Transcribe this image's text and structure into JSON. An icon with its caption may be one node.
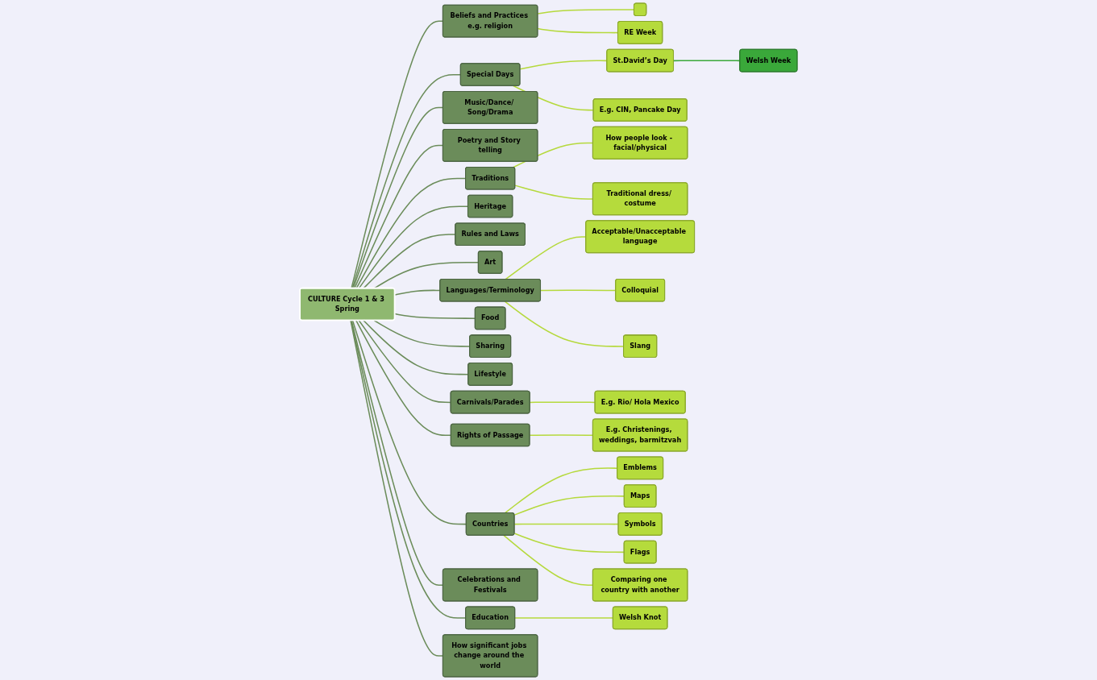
{
  "diagram": {
    "nodes": [
      {
        "text": [
          "CULTURE Cycle 1 & 3 Spring"
        ]
      },
      {
        "text": [],
        "shape": "box"
      },
      {
        "text": [
          "RE Week"
        ]
      },
      {
        "text": [
          "St.David’s Day"
        ]
      },
      {
        "text": [
          "Welsh Week"
        ]
      },
      {
        "text": [
          "Beliefs and Practices e.g. religion"
        ]
      },
      {
        "text": [
          "E.g. CIN, Pancake Day"
        ]
      },
      {
        "text": [
          "Special Days"
        ]
      },
      {
        "text": [
          "How people look - facial/physical"
        ]
      },
      {
        "text": [
          "Music/Dance/ Song/Drama"
        ]
      },
      {
        "text": [
          "Poetry and Story telling"
        ]
      },
      {
        "text": [
          "Traditions"
        ]
      },
      {
        "text": [
          "Acceptable/Unacceptable language"
        ]
      },
      {
        "text": [
          "Traditional dress/ costume"
        ]
      },
      {
        "text": [
          "Heritage"
        ]
      },
      {
        "text": [
          "Rules and Laws"
        ]
      },
      {
        "text": [
          "Colloquial"
        ]
      },
      {
        "text": [
          "Art"
        ]
      },
      {
        "text": [
          "Slang"
        ]
      },
      {
        "text": [
          "Languages/Terminology"
        ]
      },
      {
        "text": [
          "Food"
        ]
      },
      {
        "text": [
          "Sharing"
        ]
      },
      {
        "text": [
          "Lifestyle"
        ]
      },
      {
        "text": [
          "Carnivals/Parades"
        ]
      },
      {
        "text": [
          "Rights of Passage"
        ]
      },
      {
        "text": [
          "E.g. Rio/ Hola Mexico"
        ]
      },
      {
        "text": [
          "E.g. Christenings, weddings, barmitzvah"
        ]
      },
      {
        "text": [
          "Countries"
        ]
      },
      {
        "text": [
          "Emblems"
        ]
      },
      {
        "text": [
          "Maps"
        ]
      },
      {
        "text": [
          "Celebrations and Festivals"
        ]
      },
      {
        "text": [
          "Education"
        ]
      },
      {
        "text": [
          "How significant jobs change around the world"
        ]
      },
      {
        "text": [
          "Symbols"
        ]
      },
      {
        "text": [
          "Flags"
        ]
      },
      {
        "text": [
          "Welsh Knot"
        ]
      },
      {
        "text": [
          "Comparing one country with another"
        ]
      }
    ],
    "edges": [
      {
        "from": 0,
        "to": 5,
        "arrow": "none"
      },
      {
        "from": 5,
        "to": 1,
        "arrow": "none",
        "color": "#b5d93c"
      },
      {
        "from": 5,
        "to": 2,
        "arrow": "none",
        "color": "#b5d93c"
      },
      {
        "from": 0,
        "to": 7,
        "arrow": "none"
      },
      {
        "from": 7,
        "to": 3,
        "arrow": "none",
        "color": "#b5d93c"
      },
      {
        "from": 3,
        "to": 4,
        "arrow": "none",
        "color": "#3aa83a"
      },
      {
        "from": 7,
        "to": 6,
        "arrow": "none",
        "color": "#b5d93c"
      },
      {
        "from": 0,
        "to": 9,
        "arrow": "none"
      },
      {
        "from": 0,
        "to": 10,
        "arrow": "none"
      },
      {
        "from": 0,
        "to": 11,
        "arrow": "none"
      },
      {
        "from": 11,
        "to": 8,
        "arrow": "none",
        "color": "#b5d93c"
      },
      {
        "from": 11,
        "to": 13,
        "arrow": "none",
        "color": "#b5d93c"
      },
      {
        "from": 0,
        "to": 14,
        "arrow": "none"
      },
      {
        "from": 0,
        "to": 15,
        "arrow": "none"
      },
      {
        "from": 0,
        "to": 17,
        "arrow": "none"
      },
      {
        "from": 0,
        "to": 19,
        "arrow": "none"
      },
      {
        "from": 19,
        "to": 12,
        "arrow": "none",
        "color": "#b5d93c"
      },
      {
        "from": 19,
        "to": 16,
        "arrow": "none",
        "color": "#b5d93c"
      },
      {
        "from": 19,
        "to": 18,
        "arrow": "none",
        "color": "#b5d93c"
      },
      {
        "from": 0,
        "to": 20,
        "arrow": "none"
      },
      {
        "from": 0,
        "to": 21,
        "arrow": "none"
      },
      {
        "from": 0,
        "to": 22,
        "arrow": "none"
      },
      {
        "from": 0,
        "to": 23,
        "arrow": "none"
      },
      {
        "from": 23,
        "to": 25,
        "arrow": "none",
        "color": "#b5d93c"
      },
      {
        "from": 0,
        "to": 24,
        "arrow": "none"
      },
      {
        "from": 24,
        "to": 26,
        "arrow": "none",
        "color": "#b5d93c"
      },
      {
        "from": 0,
        "to": 27,
        "arrow": "none"
      },
      {
        "from": 27,
        "to": 28,
        "arrow": "none",
        "color": "#b5d93c"
      },
      {
        "from": 27,
        "to": 29,
        "arrow": "none",
        "color": "#b5d93c"
      },
      {
        "from": 27,
        "to": 33,
        "arrow": "none",
        "color": "#b5d93c"
      },
      {
        "from": 27,
        "to": 34,
        "arrow": "none",
        "color": "#b5d93c"
      },
      {
        "from": 27,
        "to": 36,
        "arrow": "none",
        "color": "#b5d93c"
      },
      {
        "from": 0,
        "to": 30,
        "arrow": "none"
      },
      {
        "from": 0,
        "to": 31,
        "arrow": "none"
      },
      {
        "from": 31,
        "to": 35,
        "arrow": "none",
        "color": "#b5d93c"
      },
      {
        "from": 0,
        "to": 32,
        "arrow": "none"
      }
    ]
  }
}
